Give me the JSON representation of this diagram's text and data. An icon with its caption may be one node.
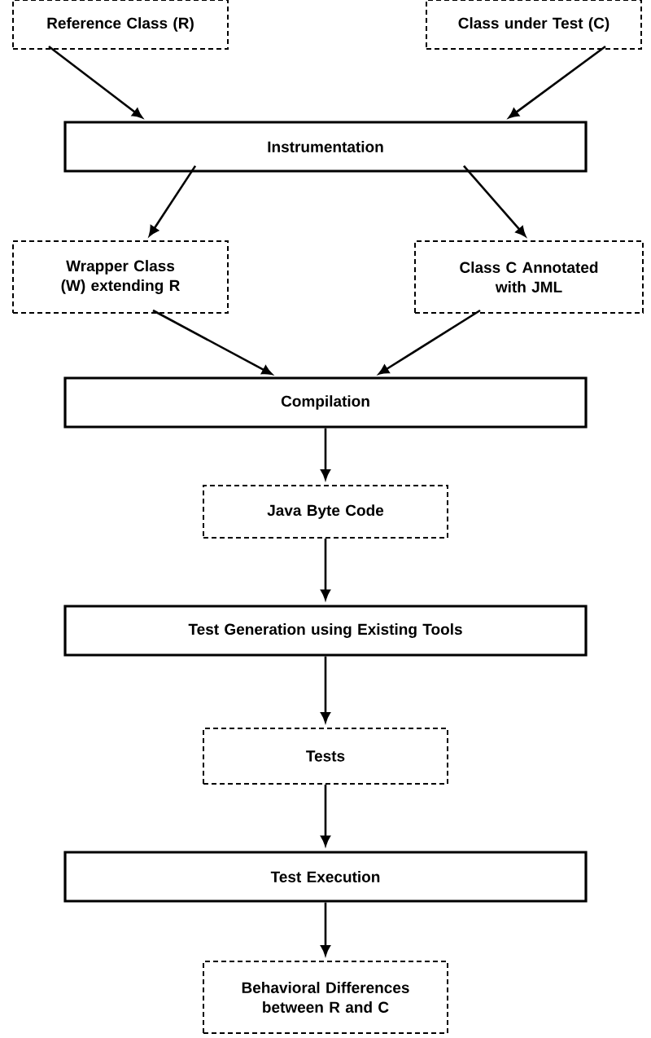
{
  "diagram": {
    "nodes": [
      {
        "text": [
          "Reference Class (R)"
        ]
      },
      {
        "text": [
          "Class under Test (C)"
        ]
      },
      {
        "text": [
          "Instrumentation"
        ]
      },
      {
        "text": [
          "Wrapper Class (W) extending R"
        ]
      },
      {
        "text": [
          "Class C Annotated with JML"
        ]
      },
      {
        "text": [
          "Compilation"
        ]
      },
      {
        "text": [
          "Java Byte Code"
        ]
      },
      {
        "text": [
          "Test Generation using Existing Tools"
        ]
      },
      {
        "text": [
          "Tests"
        ]
      },
      {
        "text": [
          "Test Execution"
        ]
      },
      {
        "text": [
          "Behavioral Differences between R and C"
        ]
      }
    ],
    "edges": [
      {
        "from": 0,
        "to": 2,
        "arrow": "to"
      },
      {
        "from": 1,
        "to": 2,
        "arrow": "to"
      },
      {
        "from": 2,
        "to": 3,
        "arrow": "to"
      },
      {
        "from": 2,
        "to": 4,
        "arrow": "to"
      },
      {
        "from": 3,
        "to": 5,
        "arrow": "to"
      },
      {
        "from": 4,
        "to": 5,
        "arrow": "to"
      },
      {
        "from": 5,
        "to": 6,
        "arrow": "to"
      },
      {
        "from": 6,
        "to": 7,
        "arrow": "to"
      },
      {
        "from": 7,
        "to": 8,
        "arrow": "to"
      },
      {
        "from": 8,
        "to": 9,
        "arrow": "to"
      },
      {
        "from": 9,
        "to": 10,
        "arrow": "to"
      }
    ]
  }
}
